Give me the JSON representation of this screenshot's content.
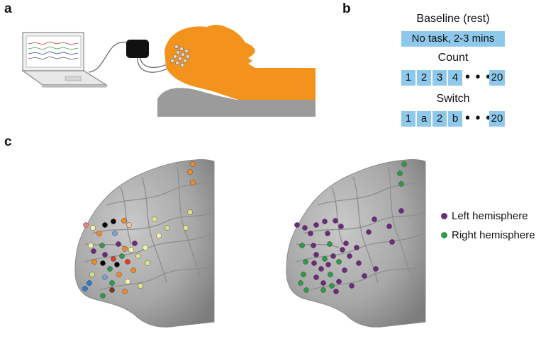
{
  "panels": {
    "a": "a",
    "b": "b",
    "c": "c"
  },
  "protocol": {
    "baseline_title": "Baseline (rest)",
    "baseline_box": "No task, 2-3 mins",
    "count_title": "Count",
    "count_items": [
      "1",
      "2",
      "3",
      "4"
    ],
    "count_end": "20",
    "switch_title": "Switch",
    "switch_items": [
      "1",
      "a",
      "2",
      "b"
    ],
    "switch_end": "20",
    "ellipsis": "• • •"
  },
  "legend": {
    "left": {
      "label": "Left hemisphere",
      "color": "#6b2a7c"
    },
    "right": {
      "label": "Right hemisphere",
      "color": "#2e9a49"
    }
  },
  "colors": {
    "skin": "#f4921e",
    "pillow": "#9b9b9b",
    "brain": "#a6a6a6",
    "box": "#8ec9ec"
  }
}
